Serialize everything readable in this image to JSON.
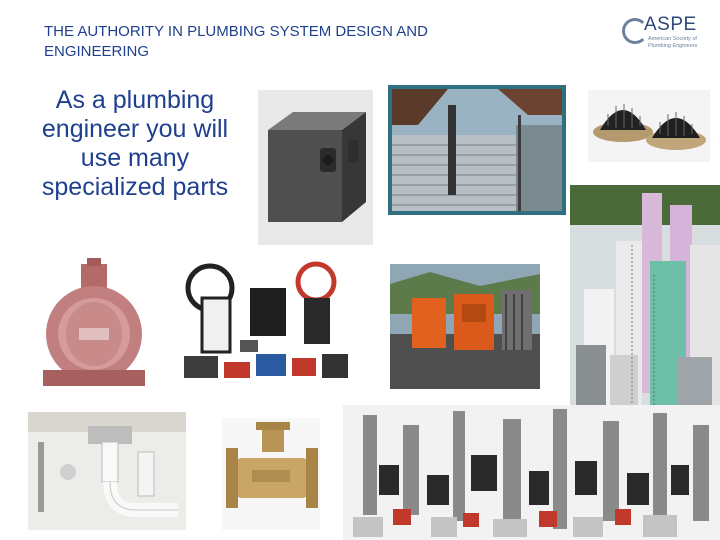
{
  "slide": {
    "title": "THE AUTHORITY IN PLUMBING SYSTEM DESIGN AND ENGINEERING",
    "body_text": "As a plumbing engineer you will use many specialized parts"
  },
  "logo": {
    "wordmark": "ASPE",
    "subtitle_line1": "American Society of",
    "subtitle_line2": "Plumbing Engineers"
  },
  "colors": {
    "title_text": "#1f3f8f",
    "logo_blue": "#2d4a7a",
    "logo_gray": "#6c7f9e"
  },
  "photos": [
    {
      "name": "grease-interceptor-photo"
    },
    {
      "name": "water-storage-tank-photo"
    },
    {
      "name": "roof-drains-photo"
    },
    {
      "name": "pvc-pipes-photo"
    },
    {
      "name": "butterfly-valve-photo"
    },
    {
      "name": "valves-fittings-photo"
    },
    {
      "name": "pump-units-photo"
    },
    {
      "name": "sink-drain-trap-photo"
    },
    {
      "name": "brass-flanged-tee-photo"
    },
    {
      "name": "pumps-collection-photo"
    }
  ]
}
